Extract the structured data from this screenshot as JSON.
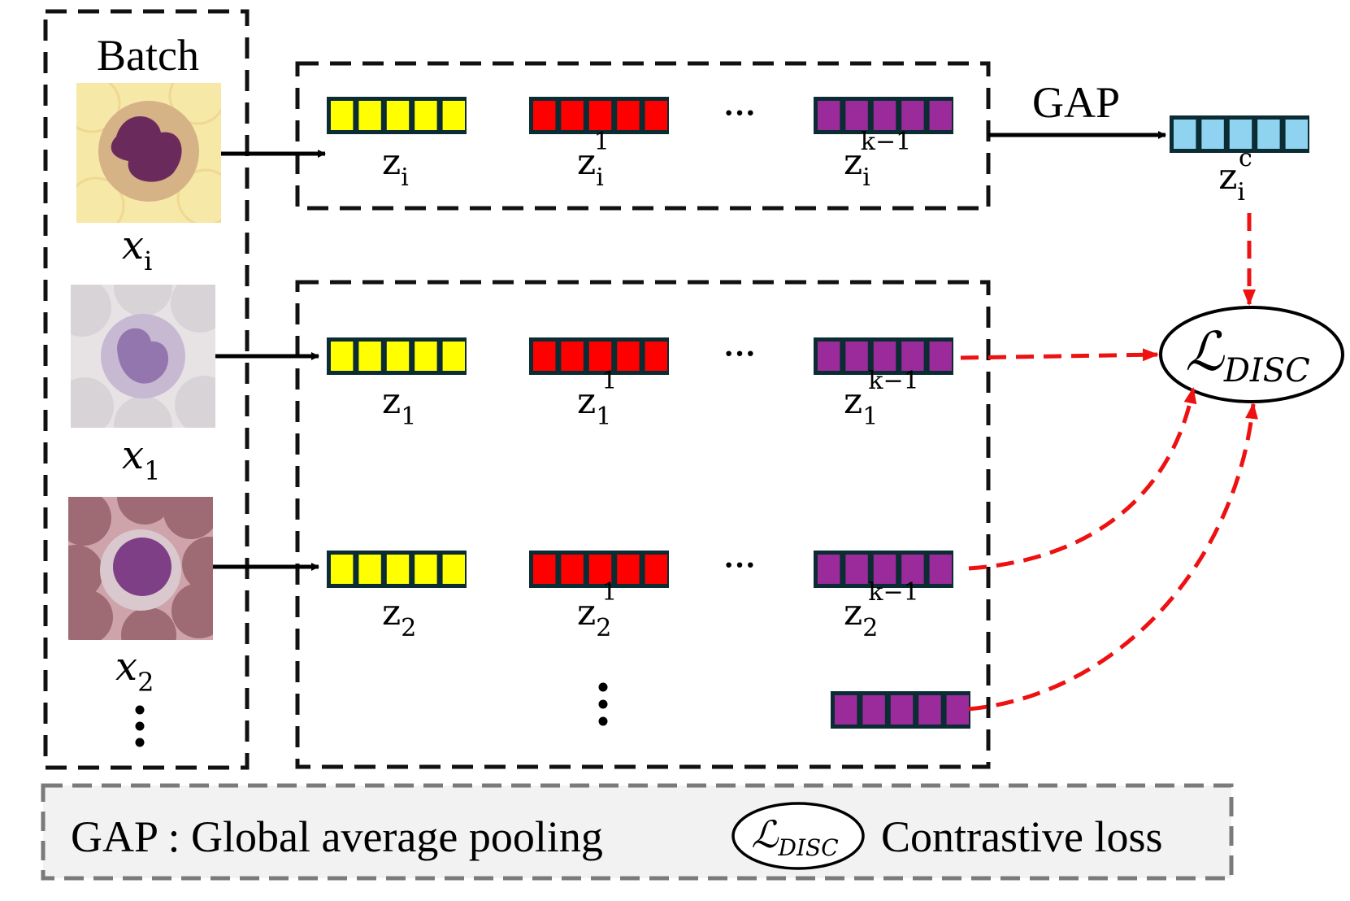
{
  "batch_label": "Batch",
  "gap_label": "GAP",
  "vector_cells": 5,
  "colors": {
    "yellow": "#ffff00",
    "red": "#ff0000",
    "purple": "#9b2b9b",
    "light_blue": "#8fd3f0",
    "vector_border": "#0b2c33",
    "dashed_box": "#111111",
    "arrow": "#000000",
    "loss_arrow": "#ee1111",
    "legend_bg": "#f2f2f2",
    "legend_border": "#7a7a7a"
  },
  "images": [
    {
      "caption_base": "x",
      "caption_sub": "i",
      "cell": "neutrophil",
      "bg": "#f6e8a6",
      "cytoplasm": "#d6b287",
      "nucleus": "#6b2a5c"
    },
    {
      "caption_base": "x",
      "caption_sub": "1",
      "cell": "monocyte",
      "bg": "#e7e3e5",
      "cytoplasm": "#c8b9d2",
      "nucleus": "#8a6aa8"
    },
    {
      "caption_base": "x",
      "caption_sub": "2",
      "cell": "lymphocyte",
      "bg": "#cfa3aa",
      "cytoplasm": "#d9c9cf",
      "nucleus": "#7e3f86"
    }
  ],
  "rows": [
    {
      "labels": [
        {
          "base": "z",
          "sub": "i",
          "sup": ""
        },
        {
          "base": "z",
          "sub": "i",
          "sup": "1"
        },
        {
          "base": "z",
          "sub": "i",
          "sup": "k−1"
        }
      ]
    },
    {
      "labels": [
        {
          "base": "z",
          "sub": "1",
          "sup": ""
        },
        {
          "base": "z",
          "sub": "1",
          "sup": "1"
        },
        {
          "base": "z",
          "sub": "1",
          "sup": "k−1"
        }
      ]
    },
    {
      "labels": [
        {
          "base": "z",
          "sub": "2",
          "sup": ""
        },
        {
          "base": "z",
          "sub": "2",
          "sup": "1"
        },
        {
          "base": "z",
          "sub": "2",
          "sup": "k−1"
        }
      ]
    }
  ],
  "ellipsis": "···",
  "gap_output": {
    "base": "z",
    "sub": "i",
    "sup": "c"
  },
  "loss": {
    "symbol": "ℒ",
    "sub": "DISC"
  },
  "legend": {
    "gap_text": "GAP : Global average pooling",
    "loss_text": "Contrastive loss"
  }
}
